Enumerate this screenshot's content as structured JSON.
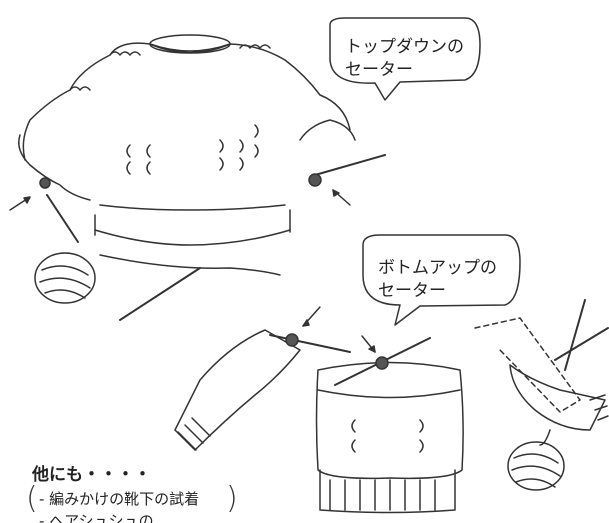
{
  "bubbles": {
    "top_down": [
      "トップダウンの",
      "セーター"
    ],
    "bottom_up": [
      "ボトムアップの",
      "セーター"
    ]
  },
  "note": {
    "heading": "他にも・・・・",
    "items": [
      "- 編みかけの靴下の試着",
      "- ヘアシュシュの"
    ]
  }
}
